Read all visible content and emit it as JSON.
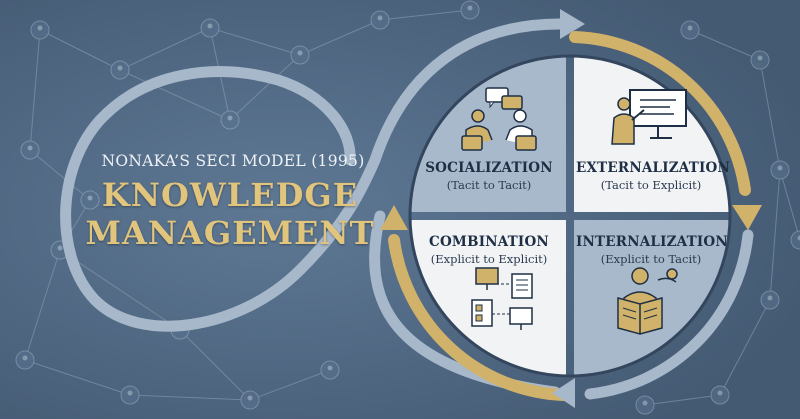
{
  "colors": {
    "background": "#4f6782",
    "network": "#7e94ab",
    "loop": "#a7b8ca",
    "gold": "#d1b26a",
    "quadrant_light": "#f1f3f5",
    "quadrant_blue": "#a8b9cb",
    "ink": "#1e2f45"
  },
  "header": {
    "subtitle": "NONAKA’S SECI MODEL (1995)",
    "title_line1": "KNOWLEDGE",
    "title_line2": "MANAGEMENT"
  },
  "quadrants": [
    {
      "key": "socialization",
      "name": "SOCIALIZATION",
      "sub": "(Tacit to Tacit)",
      "icon": "two-people-talking-icon"
    },
    {
      "key": "externalization",
      "name": "EXTERNALIZATION",
      "sub": "(Tacit to Explicit)",
      "icon": "presenter-whiteboard-icon"
    },
    {
      "key": "combination",
      "name": "COMBINATION",
      "sub": "(Explicit to Explicit)",
      "icon": "computers-documents-network-icon"
    },
    {
      "key": "internalization",
      "name": "INTERNALIZATION",
      "sub": "(Explicit to Tacit)",
      "icon": "person-reading-book-icon"
    }
  ]
}
